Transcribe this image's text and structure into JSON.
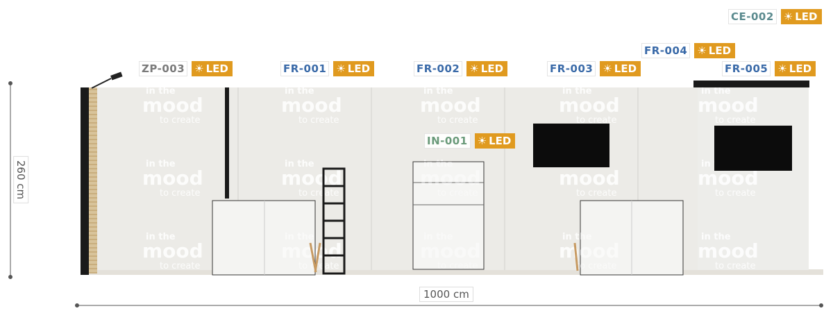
{
  "tags": [
    {
      "id": "zp003",
      "code": "ZP-003",
      "color": "#7a7a7a",
      "led": "LED"
    },
    {
      "id": "fr001",
      "code": "FR-001",
      "color": "#3a6aa8",
      "led": "LED"
    },
    {
      "id": "fr002",
      "code": "FR-002",
      "color": "#3a6aa8",
      "led": "LED"
    },
    {
      "id": "fr003",
      "code": "FR-003",
      "color": "#3a6aa8",
      "led": "LED"
    },
    {
      "id": "fr004",
      "code": "FR-004",
      "color": "#3a6aa8",
      "led": "LED"
    },
    {
      "id": "fr005",
      "code": "FR-005",
      "color": "#3a6aa8",
      "led": "LED"
    },
    {
      "id": "ce002",
      "code": "CE-002",
      "color": "#5a8a8e",
      "led": "LED"
    },
    {
      "id": "in001",
      "code": "IN-001",
      "color": "#6a9a7a",
      "led": "LED"
    }
  ],
  "dimensions": {
    "height": "260 cm",
    "width": "1000 cm"
  },
  "watermark": {
    "line1": "in the",
    "line2": "mood",
    "line3": "to create"
  },
  "icons": {
    "led": "sun-icon"
  },
  "colors": {
    "wall": "#efefec",
    "led_badge": "#e09a1f",
    "furniture": "#f4f4f2",
    "screen": "#0c0c0c"
  }
}
